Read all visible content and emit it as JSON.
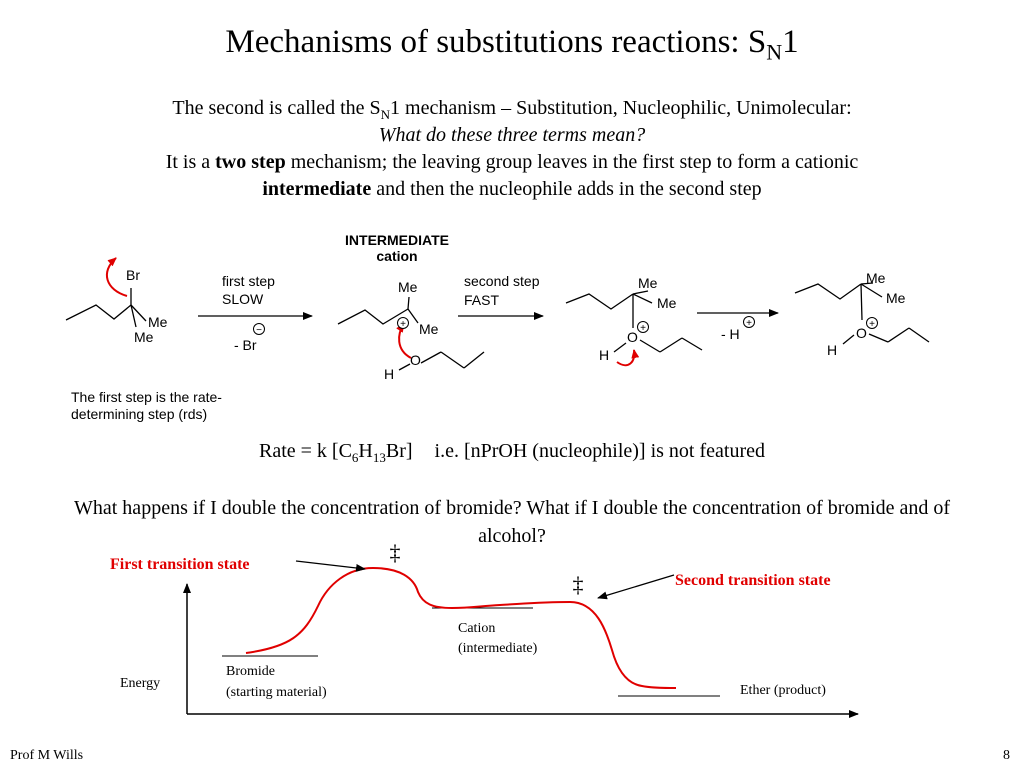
{
  "slide": {
    "title_main": "Mechanisms of substitutions reactions: S",
    "title_sub": "N",
    "title_end": "1",
    "intro": {
      "l1_a": "The second is called the S",
      "l1_sub": "N",
      "l1_b": "1 mechanism – Substitution, Nucleophilic, Unimolecular:",
      "l2": "What do these three terms mean?",
      "l3_a": "It is a ",
      "l3_bold": "two step",
      "l3_b": " mechanism; the leaving group leaves in the first step to form a cationic",
      "l4_bold": "intermediate",
      "l4_b": " and then the nucleophile adds in the second step"
    },
    "rate": {
      "a": "Rate = k [C",
      "s1": "6",
      "b": "H",
      "s2": "13",
      "c": "Br]",
      "note": "i.e. [nPrOH (nucleophile)] is not featured"
    },
    "question": "What happens if I double the concentration of bromide? What if I double the concentration of bromide and of alcohol?",
    "footer": {
      "author": "Prof M Wills",
      "page": "8"
    }
  },
  "scheme": {
    "intermediate_title": "INTERMEDIATE",
    "intermediate_sub": "cation",
    "br": "Br",
    "me": "Me",
    "step1_label": "first step",
    "step1_speed": "SLOW",
    "minus_br": "- Br",
    "step2_label": "second step",
    "step2_speed": "FAST",
    "o": "O",
    "h": "H",
    "minus_h": "- H",
    "plus": "+",
    "minus": "−",
    "rds_line1": "The first step is the rate-",
    "rds_line2": "determining step (rds)"
  },
  "energy": {
    "first_ts": "First transition state",
    "second_ts": "Second transition state",
    "dagger": "‡",
    "cation1": "Cation",
    "cation2": "(intermediate)",
    "bromide1": "Bromide",
    "bromide2": "(starting material)",
    "energy": "Energy",
    "ether": "Ether (product)"
  },
  "colors": {
    "accent_red": "#e00000",
    "text": "#000000"
  }
}
